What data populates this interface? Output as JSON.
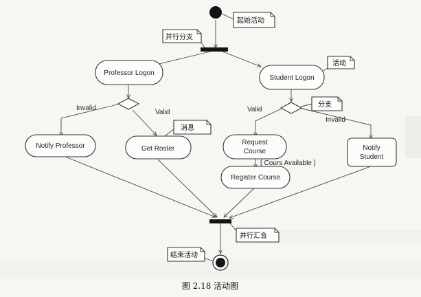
{
  "annotations": {
    "start": "起始活动",
    "fork": "并行分支",
    "activity": "活动",
    "branch": "分支",
    "message": "消息",
    "join": "并行汇合",
    "end": "结束活动"
  },
  "activities": {
    "professor_logon": "Professor Logon",
    "student_logon": "Student Logon",
    "notify_professor": "Notify Professor",
    "get_roster": "Get Roster",
    "request_course_1": "Request",
    "request_course_2": "Course",
    "register_course": "Register Course",
    "notify_student_1": "Notify",
    "notify_student_2": "Student"
  },
  "guards": {
    "prof_invalid": "Invalid",
    "prof_valid": "Valid",
    "stud_valid": "Valid",
    "stud_invalid": "Invalid",
    "course_available": "[ Cours Available ]"
  },
  "caption": "图 2.18  活动图"
}
